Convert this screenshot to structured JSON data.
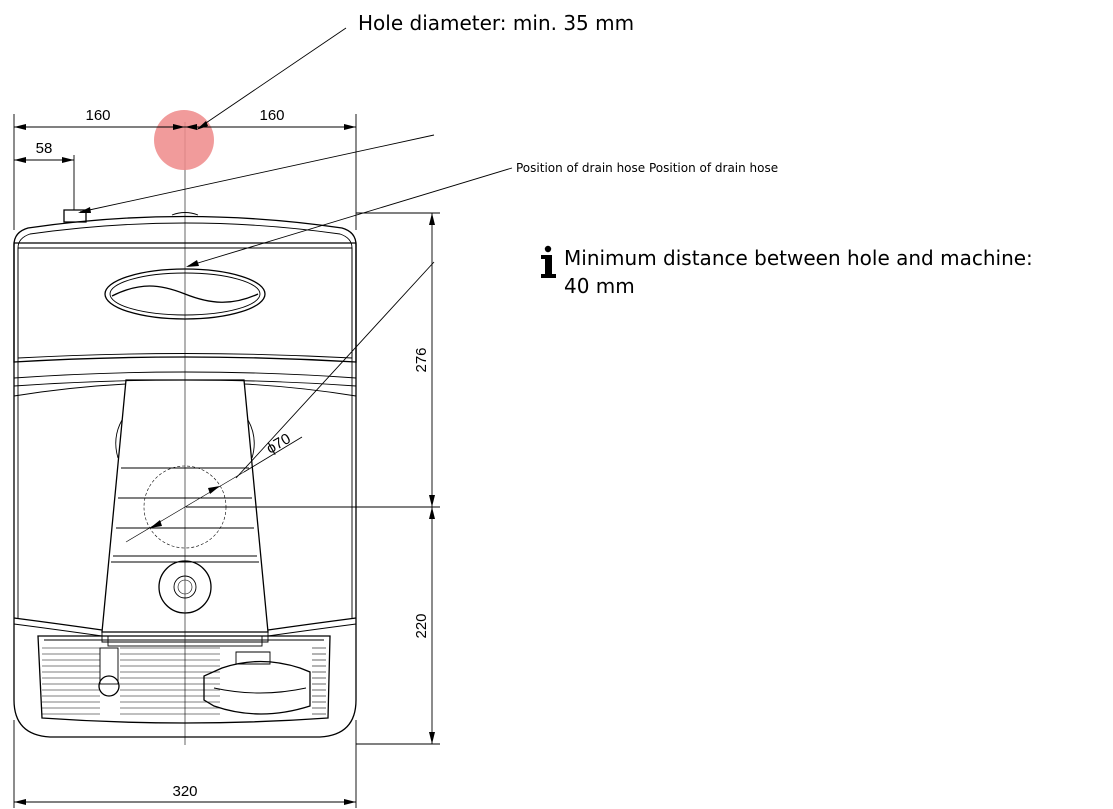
{
  "dimensions": {
    "half_left": "160",
    "half_right": "160",
    "offset": "58",
    "width": "320",
    "upper_height": "276",
    "lower_height": "220",
    "diameter": "ϕ70"
  },
  "callouts": {
    "hole_diameter": "Hole diameter: min. 35 mm",
    "drain_hose": "Position of drain hose Position of drain hose"
  },
  "note": {
    "icon": "info-icon",
    "line1": "Minimum distance between hole and machine:",
    "line2": "40 mm"
  },
  "colors": {
    "hole_marker": "#ef8a8a",
    "line": "#000000"
  }
}
